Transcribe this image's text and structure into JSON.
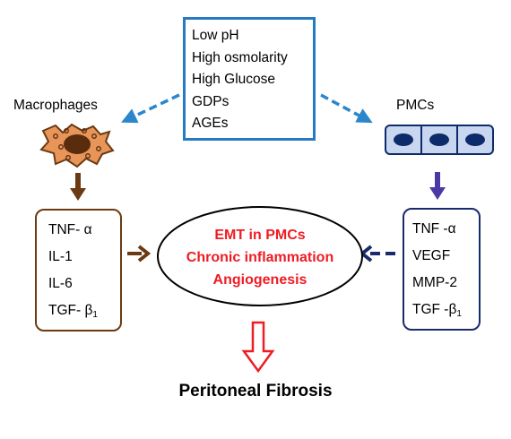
{
  "factors": [
    "Low pH",
    "High osmolarity",
    "High Glucose",
    "GDPs",
    "AGEs"
  ],
  "macrophages": {
    "label": "Macrophages",
    "cytokines": [
      {
        "main": "TNF- α",
        "sub": ""
      },
      {
        "main": "IL-1",
        "sub": ""
      },
      {
        "main": "IL-6",
        "sub": ""
      },
      {
        "main": "TGF- β",
        "sub": "1"
      }
    ]
  },
  "pmcs": {
    "label": "PMCs",
    "cytokines": [
      {
        "main": "TNF -α",
        "sub": ""
      },
      {
        "main": "VEGF",
        "sub": ""
      },
      {
        "main": "MMP-2",
        "sub": ""
      },
      {
        "main": "TGF -β",
        "sub": "1"
      }
    ]
  },
  "center": [
    "EMT in PMCs",
    "Chronic inflammation",
    "Angiogenesis"
  ],
  "outcome": "Peritoneal Fibrosis",
  "colors": {
    "blue_dash": "#2b86cc",
    "factor_border": "#2779c2",
    "brown": "#6b3a12",
    "macrophage_fill": "#e8955a",
    "pmc_fill": "#c9d6ef",
    "pmc_nucleus": "#0d2a6b",
    "purple_arrow": "#4a3aa8",
    "navy": "#1a2a6b",
    "red": "#ee1c24"
  }
}
